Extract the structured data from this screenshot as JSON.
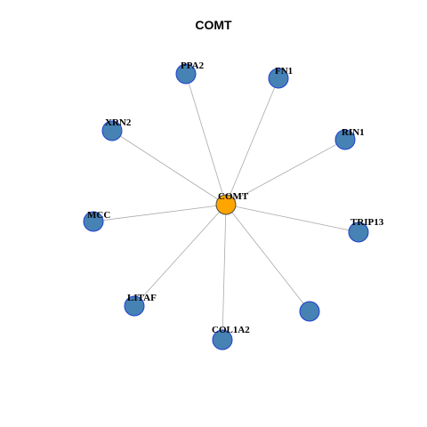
{
  "title": "COMT",
  "colors": {
    "center_fill": "#FFA500",
    "center_stroke": "#4A4A4A",
    "node_fill": "#4682B4",
    "node_stroke": "#1F3FD0",
    "edge": "#AAAAAA"
  },
  "graph": {
    "center": {
      "id": "COMT",
      "label": "COMT"
    },
    "nodes": [
      {
        "id": "PPA2",
        "label": "PPA2"
      },
      {
        "id": "FN1",
        "label": "FN1"
      },
      {
        "id": "RIN1",
        "label": "RIN1"
      },
      {
        "id": "TRIP13",
        "label": "TRIP13"
      },
      {
        "id": "unlabeled",
        "label": ""
      },
      {
        "id": "COL1A2",
        "label": "COL1A2"
      },
      {
        "id": "LITAF",
        "label": "LITAF"
      },
      {
        "id": "MCC",
        "label": "MCC"
      },
      {
        "id": "XRN2",
        "label": "XRN2"
      }
    ],
    "edges": [
      [
        "COMT",
        "PPA2"
      ],
      [
        "COMT",
        "FN1"
      ],
      [
        "COMT",
        "RIN1"
      ],
      [
        "COMT",
        "TRIP13"
      ],
      [
        "COMT",
        "unlabeled"
      ],
      [
        "COMT",
        "COL1A2"
      ],
      [
        "COMT",
        "LITAF"
      ],
      [
        "COMT",
        "MCC"
      ],
      [
        "COMT",
        "XRN2"
      ]
    ]
  }
}
